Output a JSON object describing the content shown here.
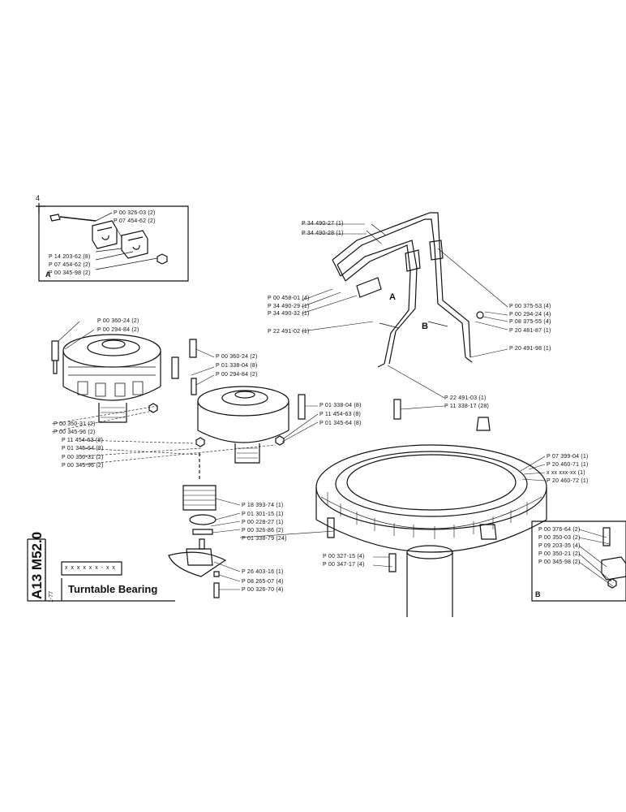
{
  "sheet": {
    "doc_code": "A13 M52.0",
    "part_code": "x x x  x x x - x x",
    "issue": "1-77",
    "title": "Turntable Bearing",
    "page_corner_mark": "4"
  },
  "boxes": {
    "a": {
      "label": "A"
    },
    "b": {
      "label": "B"
    }
  },
  "callouts": {
    "a": "A",
    "b": "B"
  },
  "labels": {
    "l01": "P 00 326-03 (2)",
    "l02": "P 07 454-62 (2)",
    "l03": "P 14 203-62 (8)",
    "l04": "P 07 454-62 (2)",
    "l05": "P 00 345-98 (2)",
    "l06": "P 34 490-27 (1)",
    "l07": "P 34 490-28 (1)",
    "l08": "P 00 458-01 (4)",
    "l09": "P 34 490-29 (1)",
    "l10": "P 34 490-32 (1)",
    "l11": "P 22 491-02 (1)",
    "l12": "P 00 375-53 (4)",
    "l13": "P 00 294-24 (4)",
    "l14": "P 08 375-55 (4)",
    "l15": "P 20 481-87 (1)",
    "l16": "P 20 491-98 (1)",
    "l17": "P 00 360-24 (2)",
    "l18": "P 00 294-84 (2)",
    "l19": "P 00 360-24 (2)",
    "l20": "P 01 338-04 (8)",
    "l21": "P 00 294-84 (2)",
    "l22": "P 22 491-03 (1)",
    "l23": "P 11 338-17 (28)",
    "l24": "P 01 338-04 (8)",
    "l25": "P 11 454-63 (8)",
    "l26": "P 01 345-64 (8)",
    "l27": "P 00 350-31 (2)",
    "l28": "P 00 345-96 (2)",
    "l29": "P 11 454-63 (8)",
    "l30": "P 01 345-64 (8)",
    "l31": "P 00 350-31 (2)",
    "l32": "P 00 345-96 (2)",
    "l33": "P 07 399-04 (1)",
    "l34": "P 20 460-71 (1)",
    "l35": "x xx xxx-xx (1)",
    "l36": "P 20 460-72 (1)",
    "l37": "P 18 393-74 (1)",
    "l38": "P 01 301-15 (1)",
    "l39": "P 00 228-27 (1)",
    "l40": "P 00 326-86 (2)",
    "l41": "P 01 338-79 (24)",
    "l42": "P 00 327-15 (4)",
    "l43": "P 00 347-17 (4)",
    "l44": "P 26 403-16 (1)",
    "l45": "P 08 265-07 (4)",
    "l46": "P 00 326-70 (4)",
    "l47": "P 00 376-64 (2)",
    "l48": "P 00 350-03 (2)",
    "l49": "P 09 203-35 (4)",
    "l50": "P 00 350-21 (2)",
    "l51": "P 00 345-98 (2)"
  }
}
